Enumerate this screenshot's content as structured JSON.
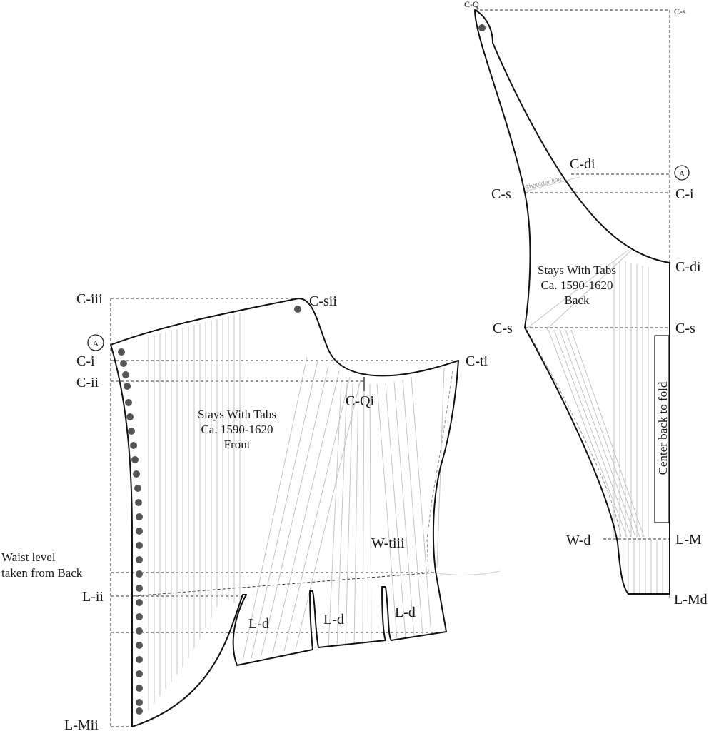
{
  "front": {
    "title": [
      "Stays With Tabs",
      "Ca. 1590-1620",
      "Front"
    ],
    "labels": {
      "c_iii": "C-iii",
      "c_sii": "C-sii",
      "a_mark": "A",
      "c_i": "C-i",
      "c_ii": "C-ii",
      "c_ti": "C-ti",
      "c_qi": "C-Qi",
      "w_tiii": "W-tiii",
      "waist_1": "Waist level",
      "waist_2": "taken from Back",
      "l_ii": "L-ii",
      "l_d1": "L-d",
      "l_d2": "L-d",
      "l_d3": "L-d",
      "l_mii": "L-Mii"
    }
  },
  "back": {
    "title": [
      "Stays With Tabs",
      "Ca. 1590-1620",
      "Back"
    ],
    "labels": {
      "c_q": "C-Q",
      "c_s_top": "C-s",
      "c_di_upper": "C-di",
      "a_mark": "A",
      "c_s_left_upper": "C-s",
      "c_i": "C-i",
      "shoulder": "Shoulder line",
      "c_di_right": "C-di",
      "c_s_left_lower": "C-s",
      "c_s_right": "C-s",
      "center_fold": "Center back to fold",
      "w_d": "W-d",
      "l_m": "L-M",
      "l_md": "L-Md"
    }
  }
}
